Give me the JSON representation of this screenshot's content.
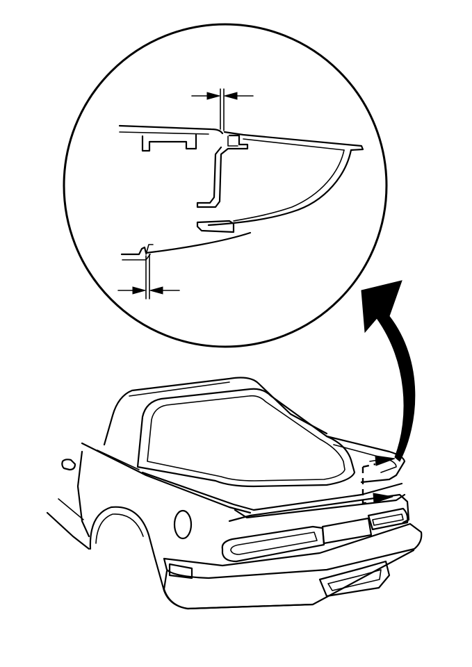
{
  "figure": {
    "colors": {
      "line": "#000000",
      "background": "#ffffff"
    },
    "parts": {
      "detail_view": "detail-circle",
      "arrow": "callout-arrow",
      "vehicle": "rear-view-car"
    }
  }
}
